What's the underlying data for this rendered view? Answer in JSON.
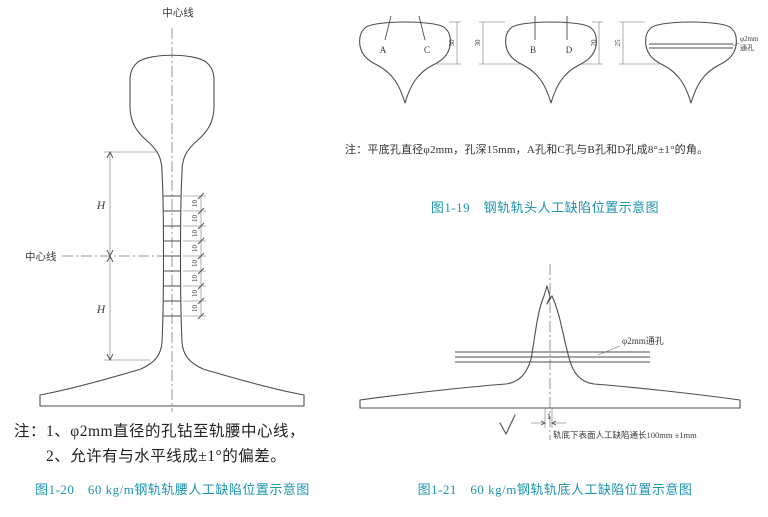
{
  "page": {
    "bg": "#ffffff",
    "line_ink": "#4d4d4d",
    "caption_color": "#1d94ad"
  },
  "fig_head": {
    "caption": "图1-19　钢轨轨头人工缺陷位置示意图",
    "note": "注：平底孔直径φ2mm，孔深15mm，A孔和C孔与B孔和D孔成8°±1°的角。",
    "hole_a": "A",
    "hole_b": "B",
    "hole_c": "C",
    "hole_d": "D",
    "dim_s1_right": "30",
    "dim_s2_left": "30",
    "dim_s2_right": "20",
    "dim_s3_left": "25",
    "through_hole_line1": "φ2mm",
    "through_hole_line2": "通孔"
  },
  "fig_web": {
    "caption": "图1-20　60 kg/m钢轨轨腰人工缺陷位置示意图",
    "note_line1": "注：1、φ2mm直径的孔钻至轨腰中心线，",
    "note_line2": "2、允许有与水平线成±1°的偏差。",
    "center_line_top": "中心线",
    "center_line_left": "中心线",
    "dim_h": "H",
    "dim_10": "10"
  },
  "fig_base": {
    "caption": "图1-21　60 kg/m钢轨轨底人工缺陷位置示意图",
    "hole_label": "φ2mm通孔",
    "dim_width": "1",
    "defect_note": "轨底下表面人工缺陷通长100mm ±1mm"
  }
}
